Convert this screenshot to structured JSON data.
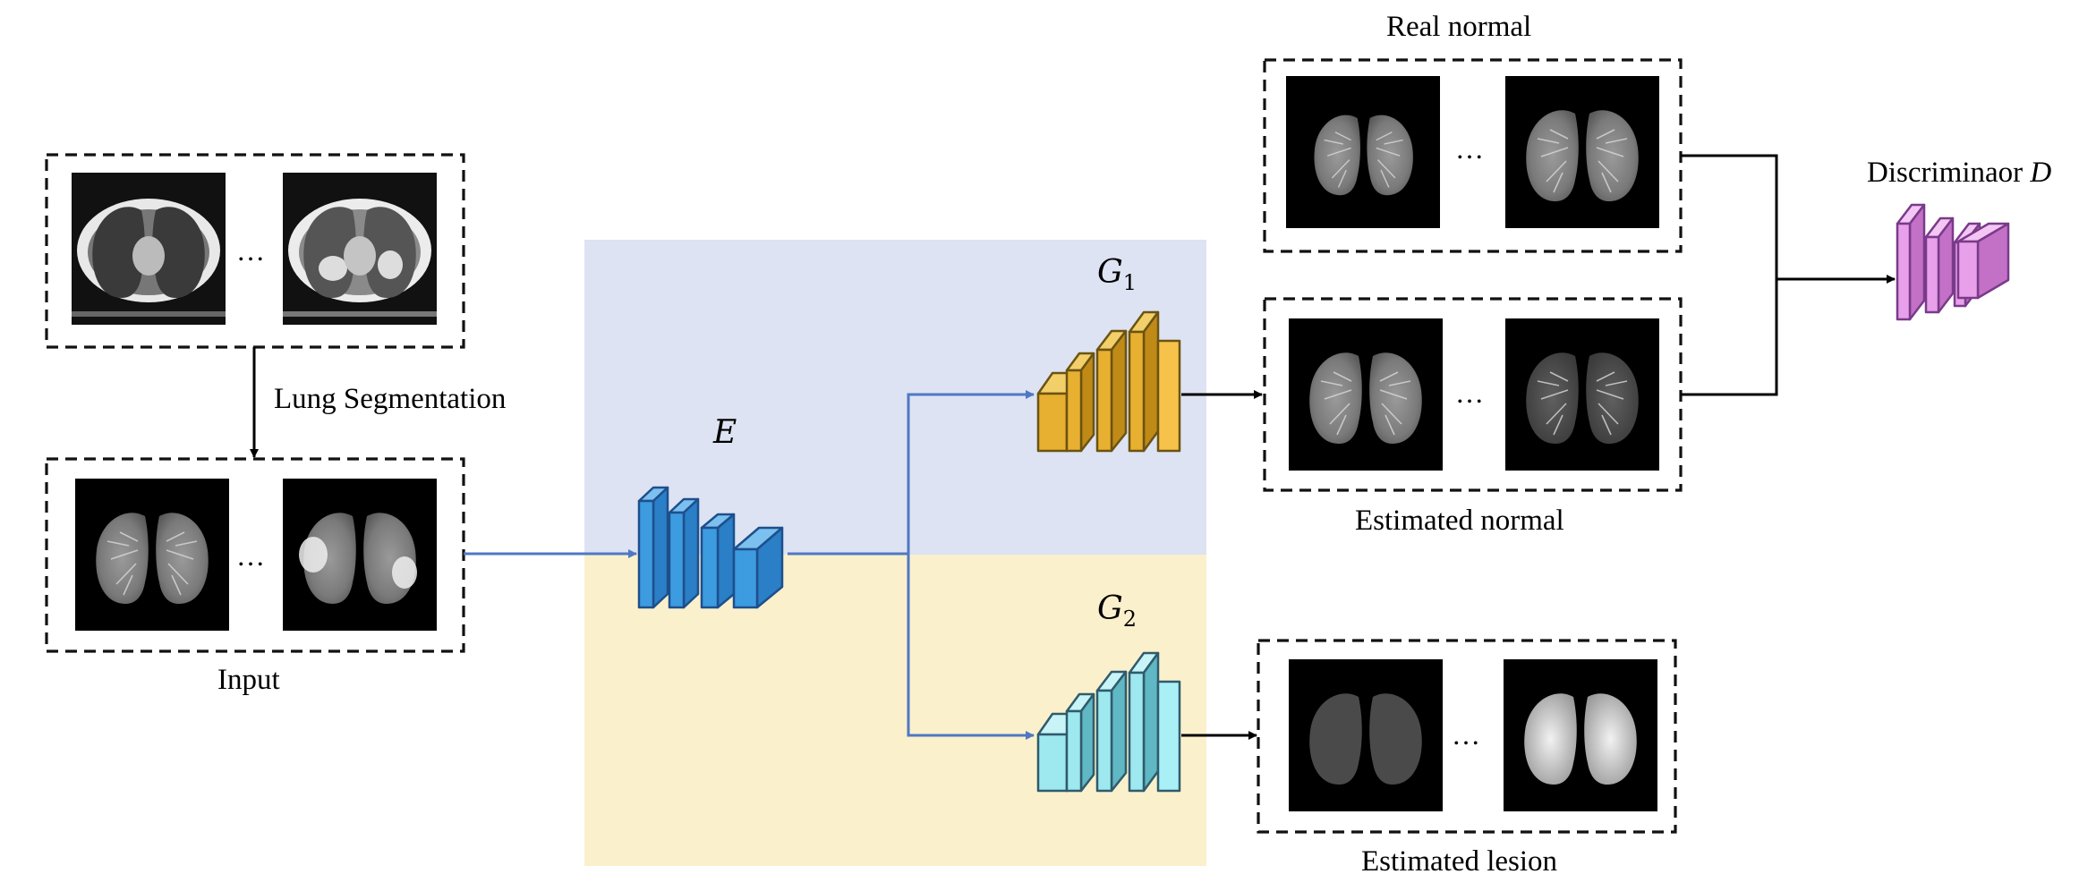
{
  "labels": {
    "lung_segmentation": "Lung Segmentation",
    "input": "Input",
    "encoder": "E",
    "generator1_letter": "G",
    "generator1_sub": "1",
    "generator2_letter": "G",
    "generator2_sub": "2",
    "real_normal": "Real normal",
    "estimated_normal": "Estimated normal",
    "estimated_lesion": "Estimated lesion",
    "discriminator_text": "Discriminaor",
    "discriminator_symbol": "D",
    "ellipsis": "…"
  },
  "colors": {
    "encoder_blue": "#3d9be0",
    "g1_gold": "#e8b030",
    "g2_cyan": "#9ee8ef",
    "disc_pink": "#e9a0ea",
    "arrow_blue": "#4f78c4",
    "region_top": "#dde3f2",
    "region_bottom": "#fbf0cc"
  }
}
